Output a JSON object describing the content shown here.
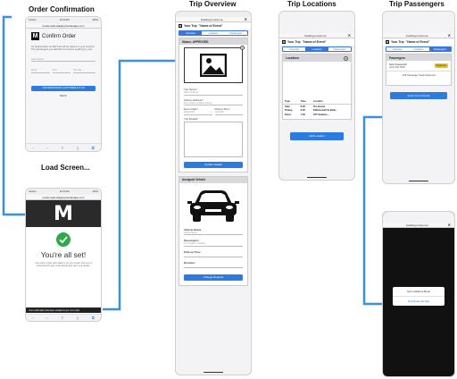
{
  "titles": {
    "order_confirmation": "Order Confirmation",
    "load_screen": "Load Screen...",
    "trip_overview": "Trip Overview",
    "trip_locations": "Trip Locations",
    "trip_passengers": "Trip Passengers"
  },
  "colors": {
    "accent": "#2b7be0",
    "connector": "#3d8fe0",
    "success": "#2ea84a"
  },
  "status_bar": {
    "carrier": "Verizon",
    "time": "11:19 AM",
    "battery": "100%"
  },
  "order": {
    "url": "moxie-web-staging.herokuapp.com",
    "heading": "Confirm Order",
    "text": "An authorization for $471.00 will be placed on your account. Trip passengers you add will not receive anything by now.",
    "phone_label": "Card number",
    "expiry_label": "Expiry",
    "cvc_label": "CVC",
    "zip_label": "Zip code",
    "confirm_button": "CONFIRM BOOKING & AUTHORIZE $ 471.00",
    "back_link": "BACK"
  },
  "load": {
    "url": "moxie-web-staging.herokuapp.com",
    "all_set": "You're all set!",
    "description": "Your ticket / login information is on your email. Feel free to download the app, invite friends and view your details.",
    "banner": "Your confirmation has been emailed to you. Go to trip!"
  },
  "overview": {
    "url": "booking.moxie.me",
    "trip_label": "Your Trip",
    "trip_name": "\"Name of Event\"",
    "tabs": [
      "Overview",
      "Locations",
      "Passengers"
    ],
    "status": "Status: APPROVED",
    "trip_name_label": "Trip Name*",
    "trip_name_value": "Name of Event",
    "pickup_address_label": "Pickup Address*",
    "pickup_address_value": "Full Location of Moxie Pickup",
    "event_date_label": "Event Date*",
    "event_date_value": "08/09/2018",
    "pickup_time_label": "Pickup Time*",
    "pickup_time_value": "11:00 AM",
    "trip_details_label": "Trip Details*",
    "update_button": "Update Details",
    "assigned_vehicle": "Assigned Vehicle",
    "vehicle_name_label": "Vehicle Name",
    "vehicle_name_value": "Vehicle Name",
    "passengers_label": "Passengers",
    "passengers_value": "15 of Seats on Vehicle",
    "pickup_time2_label": "Pick-up Time",
    "duration_label": "Duration",
    "change_button": "Change Request"
  },
  "locations": {
    "url": "booking.moxie.me",
    "trip_label": "Your Trip",
    "trip_name": "\"Name of Event\"",
    "tabs": [
      "Overview",
      "Locations",
      "Passengers"
    ],
    "panel": "Locations",
    "columns": [
      "Type",
      "Time",
      "Location"
    ],
    "rows": [
      {
        "type": "Start",
        "time": "9:00",
        "location": "The Bonds"
      },
      {
        "type": "Pickup",
        "time": "6:00",
        "location": "3000 Howell St Bella..."
      },
      {
        "type": "Event",
        "time": "7:00",
        "location": "ATT Stadium ..."
      }
    ],
    "add_button": "Add Location"
  },
  "passengers": {
    "url": "booking.moxie.me",
    "trip_label": "Your Trip",
    "trip_name": "\"Name of Event\"",
    "tabs": [
      "Overview",
      "Locations",
      "Passengers"
    ],
    "panel": "Passengers",
    "person_name": "Nick Krasnevich",
    "person_phone": "(214) 552-0053",
    "organizer_badge": "Organizer",
    "seats_reserved": "1/14 Passenger Seats Reserved",
    "invite_button": "Invite Your Friends"
  },
  "invite": {
    "url": "booking.moxie.me",
    "sync_option": "Sync Address Book",
    "download_option": "Download the App"
  }
}
